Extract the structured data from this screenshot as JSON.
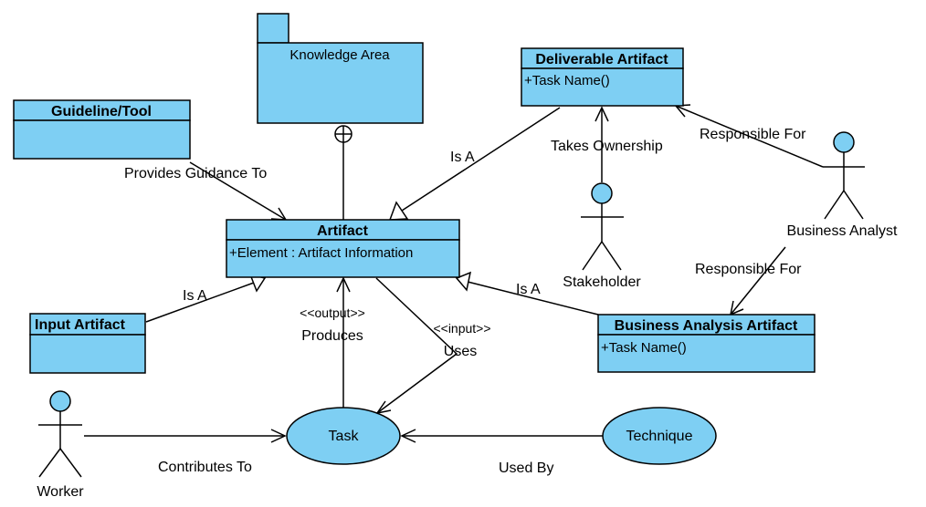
{
  "colors": {
    "fill": "#7ecff3",
    "stroke": "#000000",
    "background": "#ffffff"
  },
  "classes": {
    "knowledge_area": {
      "name": "Knowledge Area"
    },
    "guideline_tool": {
      "name": "Guideline/Tool"
    },
    "deliverable_artifact": {
      "name": "Deliverable Artifact",
      "member": "+Task Name()"
    },
    "artifact": {
      "name": "Artifact",
      "member": "+Element : Artifact Information"
    },
    "input_artifact": {
      "name": "Input Artifact"
    },
    "business_analysis_artifact": {
      "name": "Business Analysis Artifact",
      "member": "+Task Name()"
    }
  },
  "use_cases": {
    "task": "Task",
    "technique": "Technique"
  },
  "actors": {
    "stakeholder": "Stakeholder",
    "business_analyst": "Business Analyst",
    "worker": "Worker"
  },
  "relations": {
    "provides_guidance": "Provides Guidance To",
    "is_a_deliverable": "Is A",
    "is_a_input": "Is A",
    "is_a_ba": "Is A",
    "takes_ownership": "Takes Ownership",
    "responsible_for_deliverable": "Responsible For",
    "responsible_for_ba": "Responsible For",
    "output_stereotype": "<<output>>",
    "produces": "Produces",
    "input_stereotype": "<<input>>",
    "uses": "Uses",
    "contributes_to": "Contributes To",
    "used_by": "Used By"
  }
}
